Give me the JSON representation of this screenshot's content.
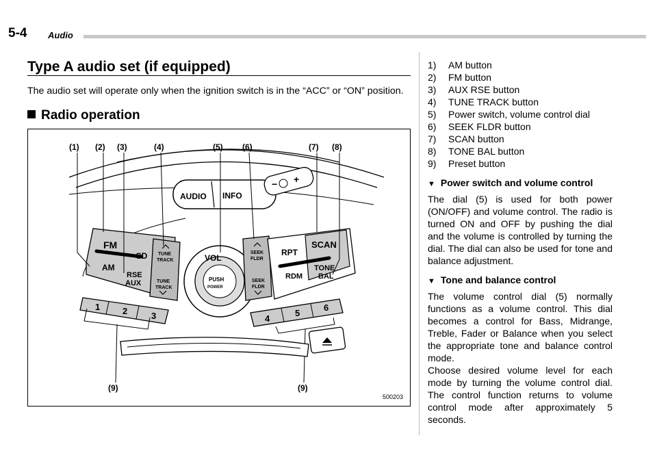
{
  "header": {
    "page_number": "5-4",
    "section": "Audio"
  },
  "title": "Type A audio set (if equipped)",
  "intro": "The audio set will operate only when the ignition switch is in the “ACC” or “ON” position.",
  "subsection": "Radio operation",
  "figure": {
    "code": "500203",
    "callouts": [
      "(1)",
      "(2)",
      "(3)",
      "(4)",
      "(5)",
      "(6)",
      "(7)",
      "(8)",
      "(9)",
      "(9)"
    ],
    "labels": {
      "audio": "AUDIO",
      "info": "INFO",
      "fm": "FM",
      "am": "AM",
      "cd": "CD",
      "rse": "RSE",
      "aux": "AUX",
      "tune": "TUNE",
      "track": "TRACK",
      "vol": "VOL",
      "push": "PUSH",
      "power": "POWER",
      "seek": "SEEK",
      "fldr": "FLDR",
      "rpt": "RPT",
      "scan": "SCAN",
      "rdm": "RDM",
      "tone": "TONE",
      "bal": "BAL",
      "p1": "1",
      "p2": "2",
      "p3": "3",
      "p4": "4",
      "p5": "5",
      "p6": "6",
      "minus": "−",
      "plus": "+"
    }
  },
  "list": [
    {
      "num": "1)",
      "label": "AM button"
    },
    {
      "num": "2)",
      "label": "FM button"
    },
    {
      "num": "3)",
      "label": "AUX RSE button"
    },
    {
      "num": "4)",
      "label": "TUNE TRACK button"
    },
    {
      "num": "5)",
      "label": "Power switch, volume control dial"
    },
    {
      "num": "6)",
      "label": "SEEK FLDR button"
    },
    {
      "num": "7)",
      "label": "SCAN button"
    },
    {
      "num": "8)",
      "label": "TONE BAL button"
    },
    {
      "num": "9)",
      "label": "Preset button"
    }
  ],
  "power_heading": "Power switch and volume control",
  "power_text": "The dial (5) is used for both power (ON/OFF) and volume control. The radio is turned ON and OFF by pushing the dial and the volume is controlled by turning the dial. The dial can also be used for tone and balance adjustment.",
  "tone_heading": "Tone and balance control",
  "tone_text": "The volume control dial (5) normally functions as a volume control. This dial becomes a control for Bass, Midrange, Treble, Fader or Balance when you select the appropriate tone and balance control mode.",
  "tone_text2": "Choose desired volume level for each mode by turning the volume control dial. The control function returns to volume control mode after approximately 5 seconds."
}
